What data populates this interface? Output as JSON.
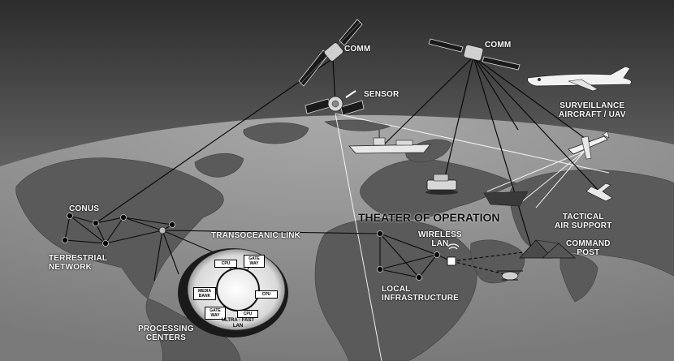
{
  "labels": {
    "comm_left": "COMM",
    "comm_right": "COMM",
    "sensor": "SENSOR",
    "surveillance_line1": "SURVEILLANCE",
    "surveillance_line2": "AIRCRAFT / UAV",
    "theater": "THEATER OF OPERATION",
    "tactical_line1": "TACTICAL",
    "tactical_line2": "AIR SUPPORT",
    "conus": "CONUS",
    "terrestrial_line1": "TERRESTRIAL",
    "terrestrial_line2": "NETWORK",
    "transoceanic": "TRANSOCEANIC LINK",
    "wireless_line1": "WIRELESS",
    "wireless_line2": "LAN",
    "command_line1": "COMMAND",
    "command_line2": "POST",
    "local_line1": "LOCAL",
    "local_line2": "INFRASTRUCTURE",
    "processing_line1": "PROCESSING",
    "processing_line2": "CENTERS"
  },
  "processing_center": {
    "cpu1": "CPU",
    "gateway1_line1": "GATE",
    "gateway1_line2": "WAY",
    "cpu2": "CPU",
    "media_line1": "MEDIA",
    "media_line2": "BANK",
    "gateway2_line1": "GATE",
    "gateway2_line2": "WAY",
    "cpu3": "CPU",
    "lan_line1": "ULTRA - FAST",
    "lan_line2": "LAN"
  },
  "colors": {
    "sky_top": "#3a3a3a",
    "sky_bottom": "#b5b5b5",
    "ocean": "#8e8e8e",
    "land": "#5c5c5c",
    "link_line": "#0a0a0a",
    "sensor_beam": "#ffffff"
  }
}
